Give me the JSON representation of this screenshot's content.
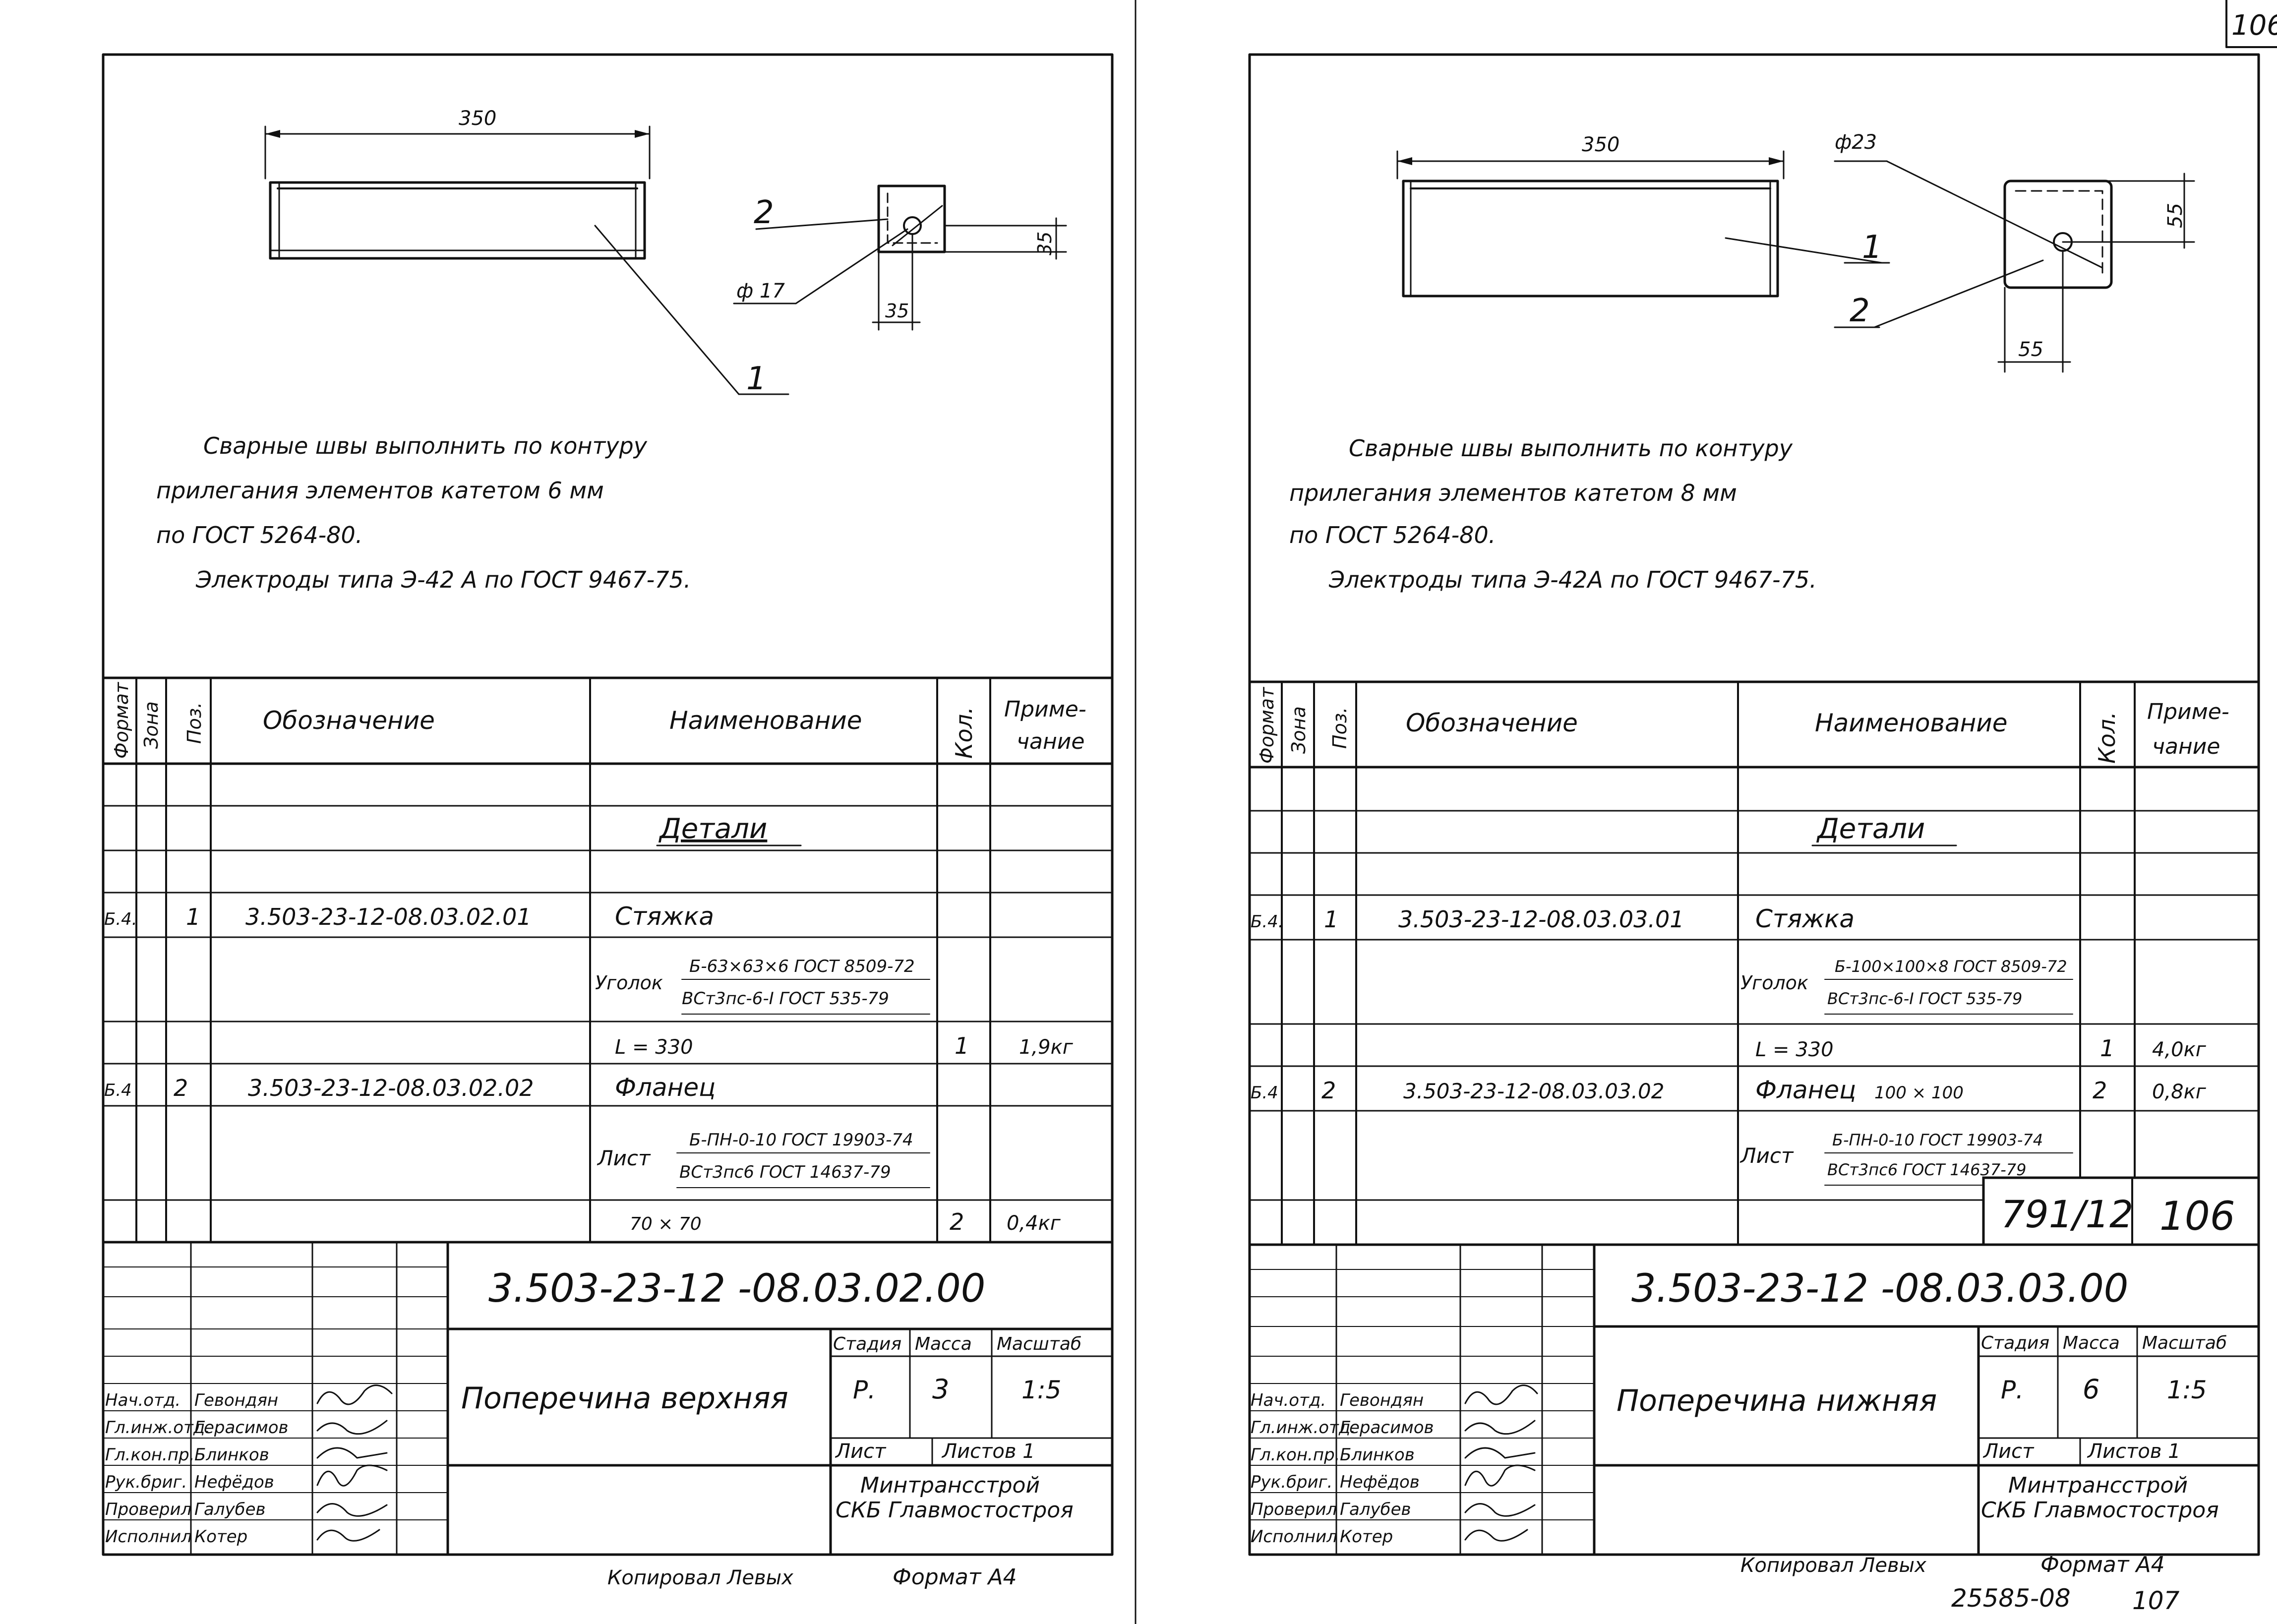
{
  "page_number": "106",
  "left_sheet": {
    "dimensions": {
      "length": "350",
      "side_h": "35",
      "side_w": "35",
      "hole": "ф 17"
    },
    "leaders": {
      "p1": "1",
      "p2": "2"
    },
    "notes": [
      "Сварные швы выполнить по контуру",
      "прилегания элементов катетом 6 мм",
      "по ГОСТ 5264-80.",
      "Электроды типа Э-42 А по ГОСТ 9467-75."
    ],
    "table_headers": {
      "format": "Формат",
      "zone": "Зона",
      "pos": "Поз.",
      "designation": "Обозначение",
      "name": "Наименование",
      "qty": "Кол.",
      "note1": "Приме-",
      "note2": "чание"
    },
    "section_title": "Детали",
    "rows": {
      "r1": {
        "format": "Б.4.",
        "pos": "1",
        "designation": "3.503-23-12-08.03.02.01",
        "name": "Стяжка"
      },
      "r1_material": {
        "type": "Уголок",
        "line1": "Б-63×63×6 ГОСТ 8509-72",
        "line2": "ВСт3пс-6-I ГОСТ 535-79"
      },
      "r1_length": {
        "name": "L = 330",
        "qty": "1",
        "note": "1,9кг"
      },
      "r2": {
        "format": "Б.4",
        "pos": "2",
        "designation": "3.503-23-12-08.03.02.02",
        "name": "Фланец"
      },
      "r2_material": {
        "type": "Лист",
        "line1": "Б-ПН-0-10 ГОСТ 19903-74",
        "line2": "ВСт3пс6 ГОСТ 14637-79"
      },
      "r2_size": {
        "name": "70 × 70",
        "qty": "2",
        "note": "0,4кг"
      }
    },
    "title_block": {
      "code": "3.503-23-12 -08.03.02.00",
      "title": "Поперечина верхняя",
      "stage_label": "Стадия",
      "mass_label": "Масса",
      "scale_label": "Масштаб",
      "stage": "Р.",
      "mass": "3",
      "scale": "1:5",
      "sheet_label": "Лист",
      "sheets_label": "Листов 1",
      "org1": "Минтрансстрой",
      "org2": "СКБ Главмостостроя",
      "staff": [
        {
          "role": "Нач.отд.",
          "name": "Гевондян"
        },
        {
          "role": "Гл.инж.отд.",
          "name": "Герасимов"
        },
        {
          "role": "Гл.кон.пр.",
          "name": "Блинков"
        },
        {
          "role": "Рук.бриг.",
          "name": "Нефёдов"
        },
        {
          "role": "Проверил",
          "name": "Галубев"
        },
        {
          "role": "Исполнил",
          "name": "Котер"
        }
      ]
    },
    "footer": {
      "copied": "Копировал Левых",
      "format": "Формат А4"
    }
  },
  "right_sheet": {
    "dimensions": {
      "length": "350",
      "side_h": "55",
      "side_w": "55",
      "hole": "ф23"
    },
    "leaders": {
      "p1": "1",
      "p2": "2"
    },
    "notes": [
      "Сварные швы выполнить по контуру",
      "прилегания элементов катетом 8 мм",
      "по ГОСТ 5264-80.",
      "Электроды типа Э-42А по ГОСТ 9467-75."
    ],
    "table_headers": {
      "format": "Формат",
      "zone": "Зона",
      "pos": "Поз.",
      "designation": "Обозначение",
      "name": "Наименование",
      "qty": "Кол.",
      "note1": "Приме-",
      "note2": "чание"
    },
    "section_title": "Детали",
    "rows": {
      "r1": {
        "format": "Б.4.",
        "pos": "1",
        "designation": "3.503-23-12-08.03.03.01",
        "name": "Стяжка"
      },
      "r1_material": {
        "type": "Уголок",
        "line1": "Б-100×100×8 ГОСТ 8509-72",
        "line2": "ВСт3пс-6-I ГОСТ 535-79"
      },
      "r1_length": {
        "name": "L = 330",
        "qty": "1",
        "note": "4,0кг"
      },
      "r2": {
        "format": "Б.4",
        "pos": "2",
        "designation": "3.503-23-12-08.03.03.02",
        "name": "Фланец",
        "size": "100 × 100",
        "qty": "2",
        "note": "0,8кг"
      },
      "r2_material": {
        "type": "Лист",
        "line1": "Б-ПН-0-10 ГОСТ 19903-74",
        "line2": "ВСт3пс6 ГОСТ 14637-79"
      }
    },
    "stamp": {
      "number": "791/12",
      "sheet": "106"
    },
    "title_block": {
      "code": "3.503-23-12 -08.03.03.00",
      "title": "Поперечина нижняя",
      "stage_label": "Стадия",
      "mass_label": "Масса",
      "scale_label": "Масштаб",
      "stage": "Р.",
      "mass": "6",
      "scale": "1:5",
      "sheet_label": "Лист",
      "sheets_label": "Листов 1",
      "org1": "Минтрансстрой",
      "org2": "СКБ Главмостостроя",
      "staff": [
        {
          "role": "Нач.отд.",
          "name": "Гевондян"
        },
        {
          "role": "Гл.инж.отд.",
          "name": "Герасимов"
        },
        {
          "role": "Гл.кон.пр.",
          "name": "Блинков"
        },
        {
          "role": "Рук.бриг.",
          "name": "Нефёдов"
        },
        {
          "role": "Проверил",
          "name": "Галубев"
        },
        {
          "role": "Исполнил",
          "name": "Котер"
        }
      ]
    },
    "footer": {
      "copied": "Копировал Левых",
      "format": "Формат А4",
      "archive": "25585-08",
      "handwritten_page": "107"
    }
  }
}
